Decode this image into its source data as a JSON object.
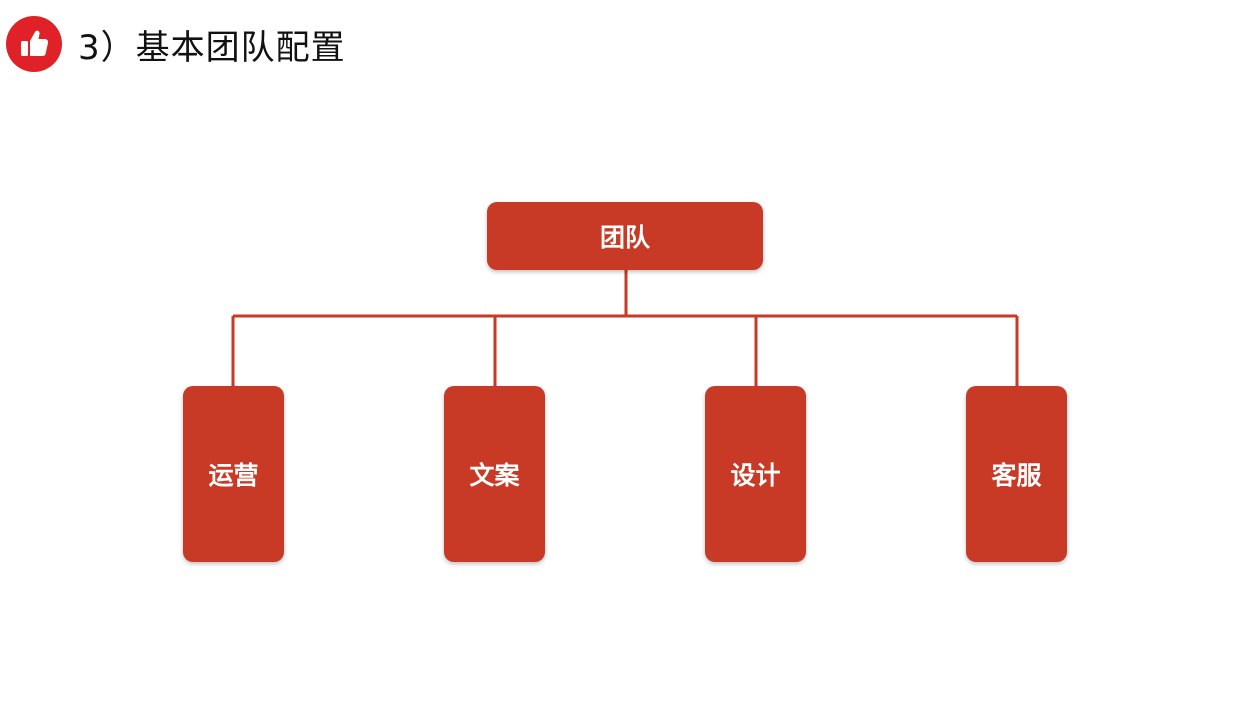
{
  "header": {
    "icon": "thumbs-up-icon",
    "icon_color": "#e02127",
    "title": "3）基本团队配置"
  },
  "diagram": {
    "node_color": "#c83a26",
    "line_color": "#c83a26",
    "root": {
      "label": "团队"
    },
    "children": [
      {
        "label": "运营"
      },
      {
        "label": "文案"
      },
      {
        "label": "设计"
      },
      {
        "label": "客服"
      }
    ]
  }
}
